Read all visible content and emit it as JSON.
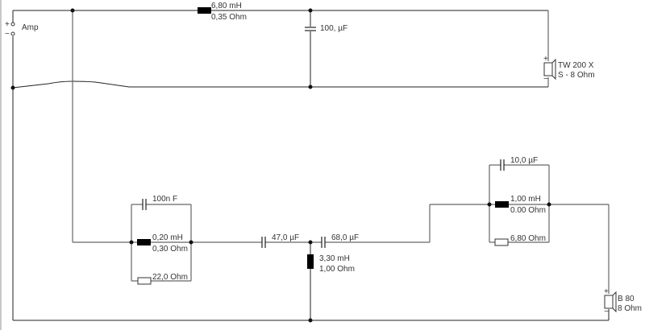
{
  "schematic": {
    "amp": {
      "label": "Amp",
      "plus": "+",
      "minus": "−"
    },
    "tweeter_branch": {
      "series_inductor": {
        "value": "6,80 mH",
        "resistance": "0,35 Ohm"
      },
      "shunt_capacitor": {
        "value": "100, µF"
      },
      "speaker": {
        "name": "TW 200 X",
        "spec": "S - 8 Ohm",
        "plus": "+",
        "minus": "−"
      }
    },
    "woofer_branch": {
      "input_network": {
        "capacitor": {
          "value": "100n F"
        },
        "inductor": {
          "value": "0,20 mH",
          "resistance": "0,30 Ohm"
        },
        "resistor": {
          "value": "22,0 Ohm"
        }
      },
      "series_capacitor_1": {
        "value": "47,0 µF"
      },
      "series_capacitor_2": {
        "value": "68,0 µF"
      },
      "shunt_inductor": {
        "value": "3,30 mH",
        "resistance": "1,00 Ohm"
      },
      "notch_network": {
        "capacitor": {
          "value": "10,0 µF"
        },
        "inductor": {
          "value": "1,00 mH",
          "resistance": "0.00 Ohm"
        },
        "resistor": {
          "value": "6,80 Ohm"
        }
      },
      "speaker": {
        "name": "B 80",
        "spec": "8 Ohm",
        "plus": "+",
        "minus": "−"
      }
    }
  }
}
